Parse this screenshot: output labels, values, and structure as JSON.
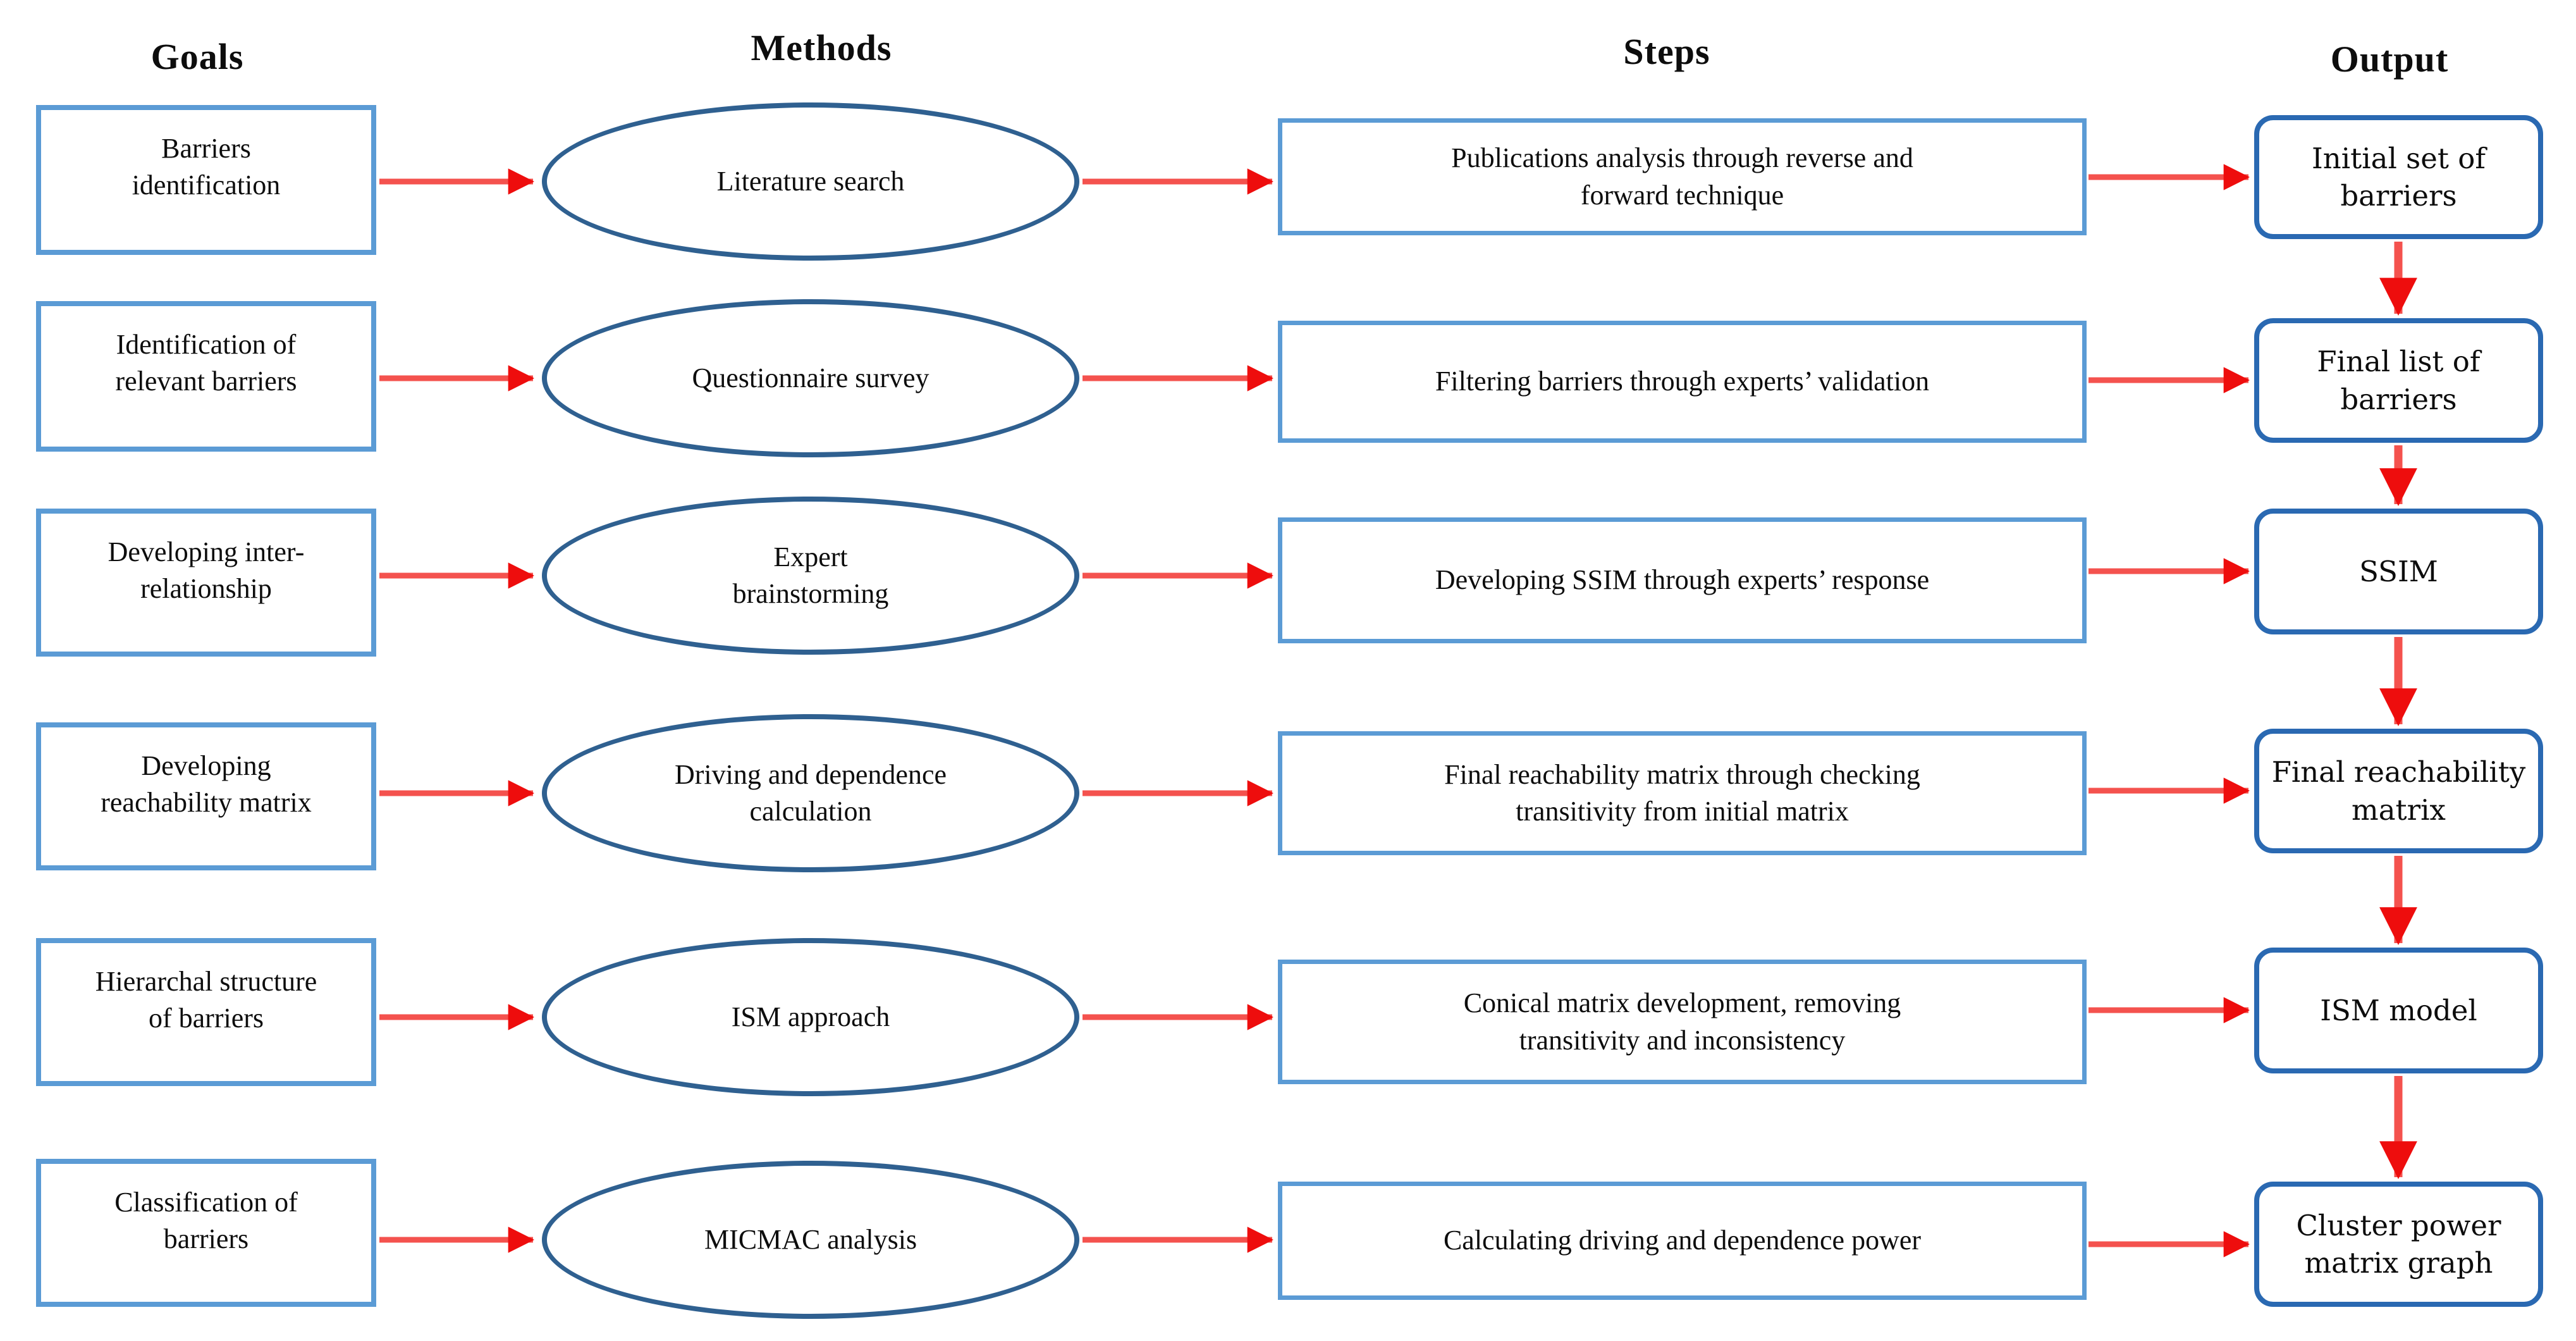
{
  "figure": {
    "headers": {
      "goals": "Goals",
      "methods": "Methods",
      "steps": "Steps",
      "output": "Output"
    },
    "rows": [
      {
        "goal": "Barriers\nidentification",
        "method": "Literature search",
        "step": "Publications analysis through reverse and\nforward technique",
        "output": "Initial set of\nbarriers"
      },
      {
        "goal": "Identification of\nrelevant barriers",
        "method": "Questionnaire survey",
        "step": "Filtering barriers through experts’ validation",
        "output": "Final list of\nbarriers"
      },
      {
        "goal": "Developing inter-\nrelationship",
        "method": "Expert\nbrainstorming",
        "step": "Developing SSIM through experts’ response",
        "output": "SSIM"
      },
      {
        "goal": "Developing\nreachability matrix",
        "method": "Driving and dependence\ncalculation",
        "step": "Final reachability matrix through checking\ntransitivity from initial matrix",
        "output": "Final reachability\nmatrix"
      },
      {
        "goal": "Hierarchal structure\nof barriers",
        "method": "ISM approach",
        "step": "Conical matrix development, removing\ntransitivity and inconsistency",
        "output": "ISM model"
      },
      {
        "goal": "Classification of\nbarriers",
        "method": "MICMAC analysis",
        "step": "Calculating driving and dependence power",
        "output": "Cluster power\nmatrix graph"
      }
    ],
    "colors": {
      "goal_step_border": "#5B9BD5",
      "method_border": "#2F6090",
      "output_border": "#2A69B2",
      "arrow_shaft": "#F4524E",
      "arrow_head": "#EE0D0D",
      "text": "#0D0D0D",
      "background": "#FFFFFF"
    }
  }
}
